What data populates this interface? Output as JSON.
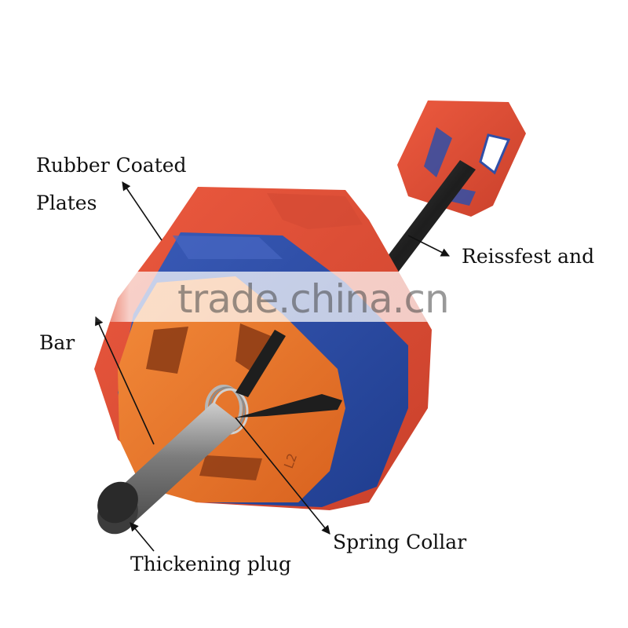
{
  "labels": {
    "rubber_coated_line1": "Rubber Coated",
    "rubber_coated_line2": "Plates",
    "reissfest": "Reissfest and",
    "bar": "Bar",
    "spring_collar": "Spring Collar",
    "thickening_plug": "Thickening plug"
  },
  "watermark": "trade.china.cn",
  "colors": {
    "red_plate": "#e2513a",
    "blue_plate": "#2f4fa8",
    "orange_plate": "#ee7a2c",
    "bar": "#2b2b2b",
    "text": "#111111"
  }
}
